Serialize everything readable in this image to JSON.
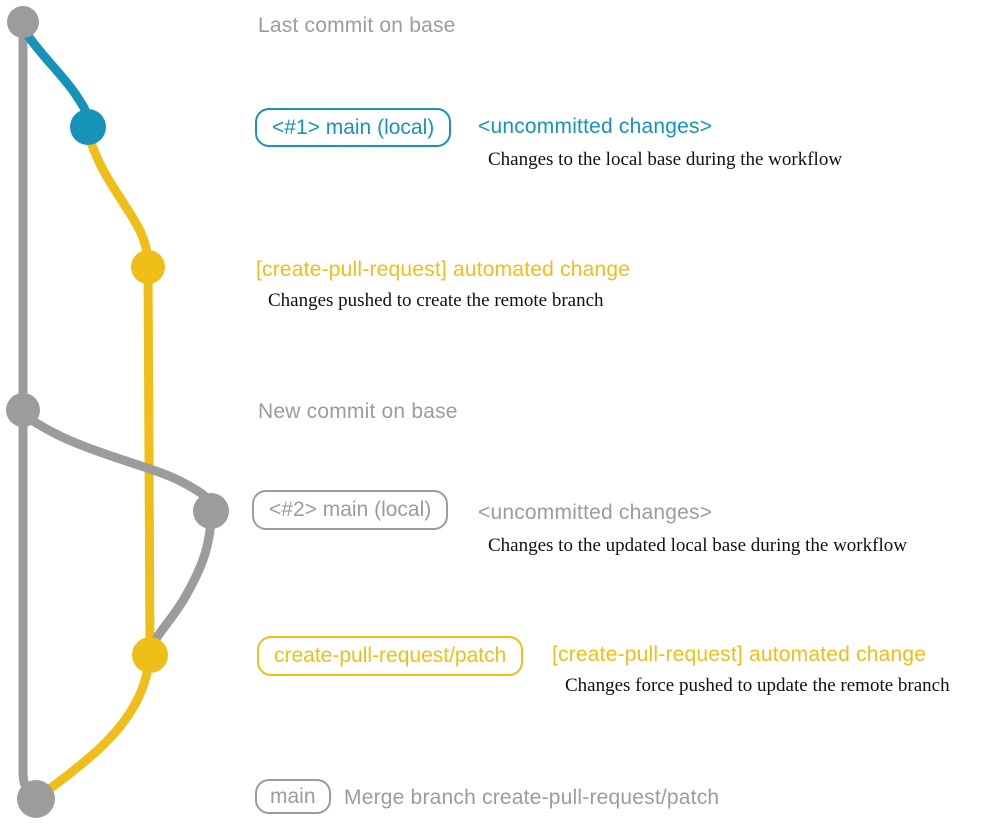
{
  "colors": {
    "gray": "#9c9c9c",
    "blue": "#1793ba",
    "yellow": "#efbe18",
    "ink": "#101010"
  },
  "graph": {
    "milestones": {
      "last_commit_on_base": "Last commit on base",
      "new_commit_on_base": "New commit on base"
    },
    "rows": {
      "local_main_1": {
        "branch_badge": "<#1> main (local)",
        "status": "<uncommitted changes>",
        "caption": "Changes to the local base during the workflow"
      },
      "automated_change_1": {
        "status": "[create-pull-request] automated change",
        "caption": "Changes pushed to create the remote branch"
      },
      "local_main_2": {
        "branch_badge": "<#2> main (local)",
        "status": "<uncommitted changes>",
        "caption": "Changes to the updated local base during the workflow"
      },
      "automated_change_2": {
        "branch_badge": "create-pull-request/patch",
        "status": "[create-pull-request] automated change",
        "caption": "Changes force pushed to update the remote branch"
      },
      "merge": {
        "branch_badge": "main",
        "caption_text": "Merge branch create-pull-request/patch"
      }
    }
  }
}
